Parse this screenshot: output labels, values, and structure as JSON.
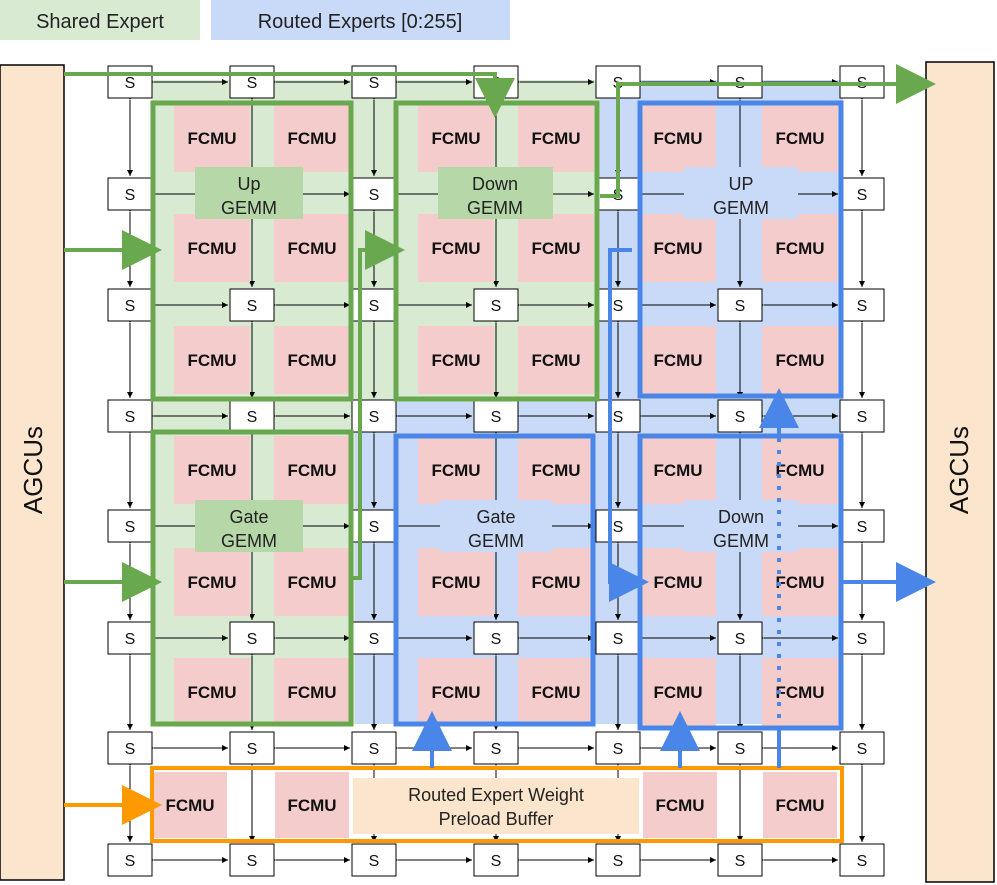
{
  "legend": {
    "shared": {
      "label": "Shared Expert",
      "color": "#d9ead3"
    },
    "routed": {
      "label": "Routed Experts [0:255]",
      "color": "#c9daf8"
    }
  },
  "agcu_label": "AGCUs",
  "switch_label": "S",
  "fcmu_label": "FCMU",
  "blocks": {
    "shared_up": {
      "line1": "Up",
      "line2": "GEMM"
    },
    "shared_down": {
      "line1": "Down",
      "line2": "GEMM"
    },
    "routed_up": {
      "line1": "UP",
      "line2": "GEMM"
    },
    "shared_gate": {
      "line1": "Gate",
      "line2": "GEMM"
    },
    "routed_gate": {
      "line1": "Gate",
      "line2": "GEMM"
    },
    "routed_down": {
      "line1": "Down",
      "line2": "GEMM"
    }
  },
  "preload_buffer": {
    "line1": "Routed Expert Weight",
    "line2": "Preload Buffer"
  },
  "colors": {
    "shared_border": "#6aa84f",
    "routed_border": "#4a86e8",
    "preload_border": "#ff9900",
    "fcmu_fill": "#f4cccc",
    "agcu_fill": "#fce5cd",
    "preload_label_fill": "#fce5cd"
  }
}
